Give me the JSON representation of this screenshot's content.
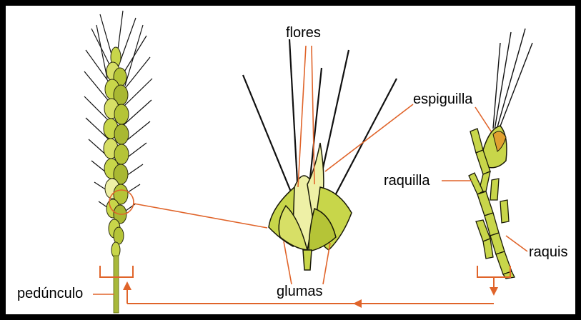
{
  "labels": {
    "flores": "flores",
    "espiguilla": "espiguilla",
    "raquilla": "raquilla",
    "raquis": "raquis",
    "pedunculo": "pedúnculo",
    "glumas": "glumas"
  },
  "colors": {
    "leader_line": "#e0642a",
    "spikelet_fill": "#c8d64a",
    "spikelet_light": "#eef0a6",
    "spikelet_dark": "#6f7a14",
    "awn": "#111111",
    "stem": "#a8b83a"
  }
}
